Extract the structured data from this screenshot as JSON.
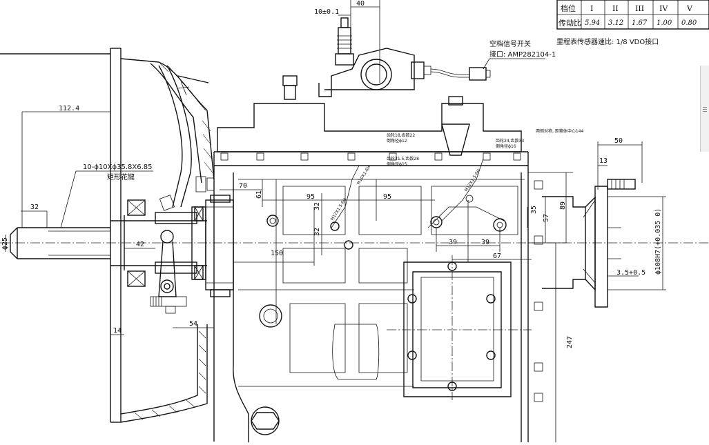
{
  "ratio_table": {
    "header_label": "档位",
    "ratio_label": "传动比",
    "gears": [
      "I",
      "II",
      "III",
      "IV",
      "V"
    ],
    "ratios": [
      "5.94",
      "3.12",
      "1.67",
      "1.00",
      "0.80"
    ]
  },
  "notes": {
    "neutral_switch": "空档信号开关",
    "connector": "接口: AMP282104-1",
    "odometer": "里程表传感器速比: 1/8 VDO接口",
    "spline_spec": "10-ϕ10Xϕ35.8X6.85",
    "spline_name": "矩形花键",
    "small_a1": "齿轮18,齿数22",
    "small_a2": "倒角径ϕ12",
    "small_b1": "齿轮31.5,齿数28",
    "small_b2": "倒角径ϕ15",
    "small_c1": "两侧对称, 距箱体中心144",
    "small_d1": "齿轮24,齿数33",
    "small_d2": "倒角径ϕ16",
    "thread1": "M12X1.5-6H",
    "thread2": "M10X1-6H",
    "thread3": "M12X1.5-6H"
  },
  "dimensions": {
    "d10": "10±0.1",
    "d40": "40",
    "d112": "112.4",
    "d32": "32",
    "d25": "ϕ25",
    "d42": "42",
    "d70": "70",
    "d61": "61",
    "d95a": "95",
    "d32b": "32",
    "d32c": "32",
    "d95b": "95",
    "d150": "150",
    "d39a": "39",
    "d39b": "39",
    "d67": "67",
    "d35": "35",
    "d57": "57",
    "d89": "89",
    "d50": "50",
    "d13": "13",
    "d108": "ϕ108H7(+0.035 0)",
    "d35b": "3.5+0.5",
    "d14": "14",
    "d54": "54",
    "d247": "247"
  }
}
